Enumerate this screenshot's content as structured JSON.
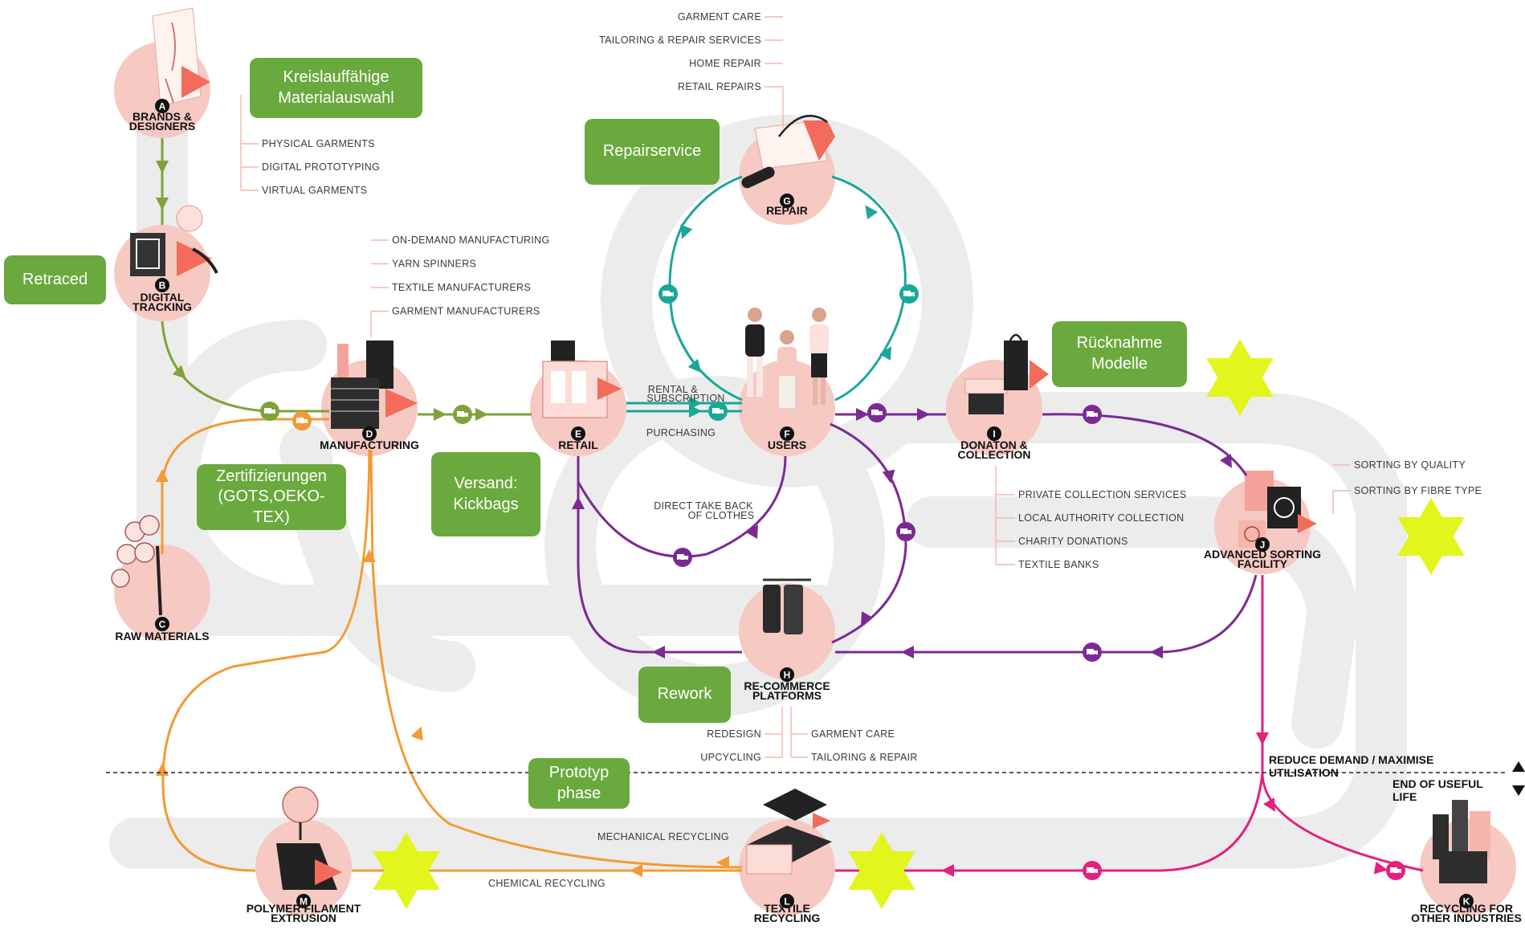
{
  "nodes": [
    {
      "letter": "A",
      "label1": "BRANDS &",
      "label2": "DESIGNERS"
    },
    {
      "letter": "B",
      "label1": "DIGITAL",
      "label2": "TRACKING"
    },
    {
      "letter": "C",
      "label1": "RAW MATERIALS",
      "label2": ""
    },
    {
      "letter": "D",
      "label1": "MANUFACTURING",
      "label2": ""
    },
    {
      "letter": "E",
      "label1": "RETAIL",
      "label2": ""
    },
    {
      "letter": "F",
      "label1": "USERS",
      "label2": ""
    },
    {
      "letter": "G",
      "label1": "REPAIR",
      "label2": ""
    },
    {
      "letter": "H",
      "label1": "RE-COMMERCE",
      "label2": "PLATFORMS"
    },
    {
      "letter": "I",
      "label1": "DONATON &",
      "label2": "COLLECTION"
    },
    {
      "letter": "J",
      "label1": "ADVANCED SORTING",
      "label2": "FACILITY"
    },
    {
      "letter": "K",
      "label1": "RECYCLING FOR",
      "label2": "OTHER INDUSTRIES"
    },
    {
      "letter": "L",
      "label1": "TEXTILE",
      "label2": "RECYCLING"
    },
    {
      "letter": "M",
      "label1": "POLYMER FILAMENT",
      "label2": "EXTRUSION"
    }
  ],
  "sublists": {
    "brands": [
      "PHYSICAL GARMENTS",
      "DIGITAL PROTOTYPING",
      "VIRTUAL GARMENTS"
    ],
    "manufacturing": [
      "ON-DEMAND MANUFACTURING",
      "YARN SPINNERS",
      "TEXTILE MANUFACTURERS",
      "GARMENT MANUFACTURERS"
    ],
    "repair": [
      "GARMENT CARE",
      "TAILORING & REPAIR SERVICES",
      "HOME REPAIR",
      "RETAIL REPAIRS"
    ],
    "donation": [
      "PRIVATE COLLECTION SERVICES",
      "LOCAL AUTHORITY COLLECTION",
      "CHARITY DONATIONS",
      "TEXTILE BANKS"
    ],
    "sorting": [
      "SORTING BY QUALITY",
      "SORTING BY FIBRE TYPE"
    ],
    "recommerce_left": [
      "REDESIGN",
      "UPCYCLING"
    ],
    "recommerce_right": [
      "GARMENT CARE",
      "TAILORING & REPAIR"
    ]
  },
  "flow_labels": {
    "rental": [
      "RENTAL &",
      "SUBSCRIPTION"
    ],
    "purchasing": "PURCHASING",
    "take_back": [
      "DIRECT TAKE BACK",
      "OF CLOTHES"
    ],
    "mechanical": "MECHANICAL RECYCLING",
    "chemical": "CHEMICAL RECYCLING"
  },
  "legend": {
    "upper": "REDUCE DEMAND / MAXIMISE UTILISATION",
    "lower": "END OF USEFUL LIFE"
  },
  "notes": {
    "material": [
      "Kreislauffähige",
      "Materialauswahl"
    ],
    "retraced": [
      "Retraced"
    ],
    "repair": [
      "Repairservice"
    ],
    "ruecknahme": [
      "Rücknahme",
      "Modelle"
    ],
    "zert": [
      "Zertifizierungen",
      "(GOTS,OEKO-",
      "TEX)"
    ],
    "versand": [
      "Versand:",
      "Kickbags"
    ],
    "rework": [
      "Rework"
    ],
    "prototyp": [
      "Prototyp",
      "phase"
    ]
  },
  "colors": {
    "olive": "#7fa23a",
    "orange": "#f39a34",
    "teal": "#1aa79a",
    "purple": "#7b2a94",
    "magenta": "#e3217e",
    "node_fill": "#f6c9c3",
    "track": "#ececec",
    "note_green": "#6aa93d",
    "star": "#e2f51d"
  }
}
